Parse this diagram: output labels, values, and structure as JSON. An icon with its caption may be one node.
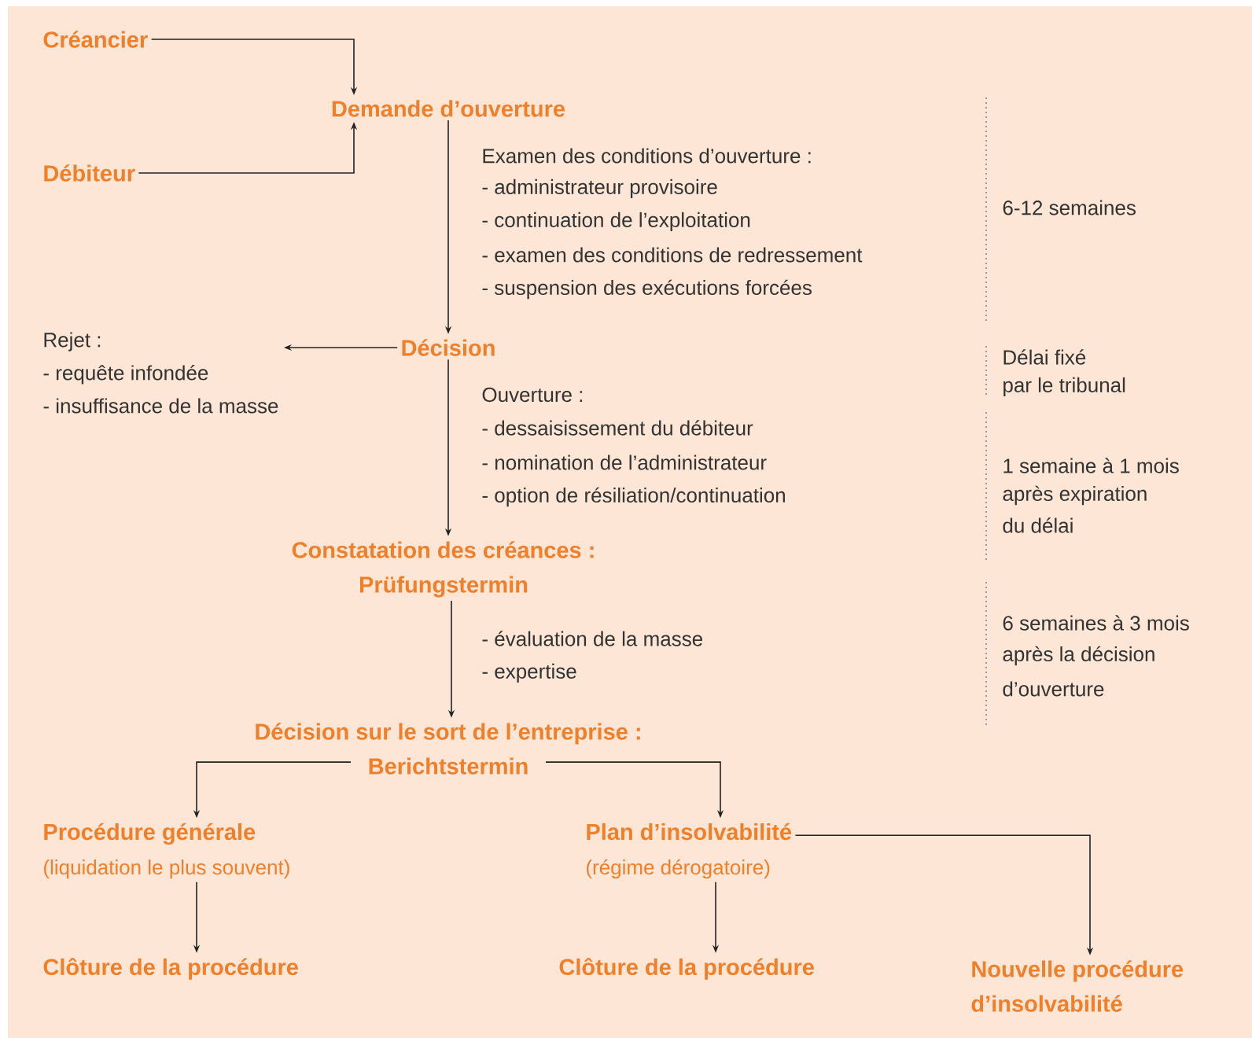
{
  "diagram": {
    "nodes": [
      {
        "text": [
          "Créancier"
        ]
      },
      {
        "text": [
          "Débiteur"
        ]
      },
      {
        "text": [
          "Demande d’ouverture"
        ]
      },
      {
        "text": [
          "Décision"
        ]
      },
      {
        "text": [
          "Rejet :",
          "- requête infondée",
          "- insuffisance de la masse"
        ]
      },
      {
        "text": [
          "Constatation des créances : Prüfungstermin"
        ]
      },
      {
        "text": [
          "Décision sur le sort de l’entreprise : Berichtstermin"
        ]
      },
      {
        "text": [
          "Procédure générale",
          "(liquidation le plus souvent)"
        ]
      },
      {
        "text": [
          "Plan d’insolvabilité",
          "(régime dérogatoire)"
        ]
      },
      {
        "text": [
          "Clôture de la procédure"
        ]
      },
      {
        "text": [
          "Clôture de la procédure"
        ]
      },
      {
        "text": [
          "Nouvelle procédure d’insolvabilité"
        ]
      }
    ],
    "edges": [
      {
        "from": 0,
        "to": 2,
        "arrow": "to"
      },
      {
        "from": 1,
        "to": 2,
        "arrow": "to"
      },
      {
        "from": 2,
        "to": 3,
        "arrow": "to"
      },
      {
        "from": 3,
        "to": 4,
        "arrow": "to"
      },
      {
        "from": 3,
        "to": 5,
        "arrow": "to"
      },
      {
        "from": 5,
        "to": 6,
        "arrow": "to"
      },
      {
        "from": 6,
        "to": 7,
        "arrow": "to"
      },
      {
        "from": 6,
        "to": 8,
        "arrow": "to"
      },
      {
        "from": 7,
        "to": 9,
        "arrow": "to"
      },
      {
        "from": 8,
        "to": 10,
        "arrow": "to"
      },
      {
        "from": 8,
        "to": 11,
        "arrow": "to"
      }
    ],
    "labels": [
      "Examen des conditions d’ouverture :",
      "- administrateur provisoire",
      "- continuation de l’exploitation",
      "- examen des conditions de redressement",
      "- suspension des exécutions forcées",
      "Ouverture :",
      "- dessaisissement du débiteur",
      "- nomination de l’administrateur",
      "- option de résiliation/continuation",
      "- évaluation de la masse",
      "- expertise",
      "6-12 semaines",
      "Délai fixé",
      "par le tribunal",
      "1 semaine à 1 mois",
      "après expiration",
      "du délai",
      "6 semaines à 3 mois",
      "après la décision",
      "d’ouverture"
    ]
  }
}
